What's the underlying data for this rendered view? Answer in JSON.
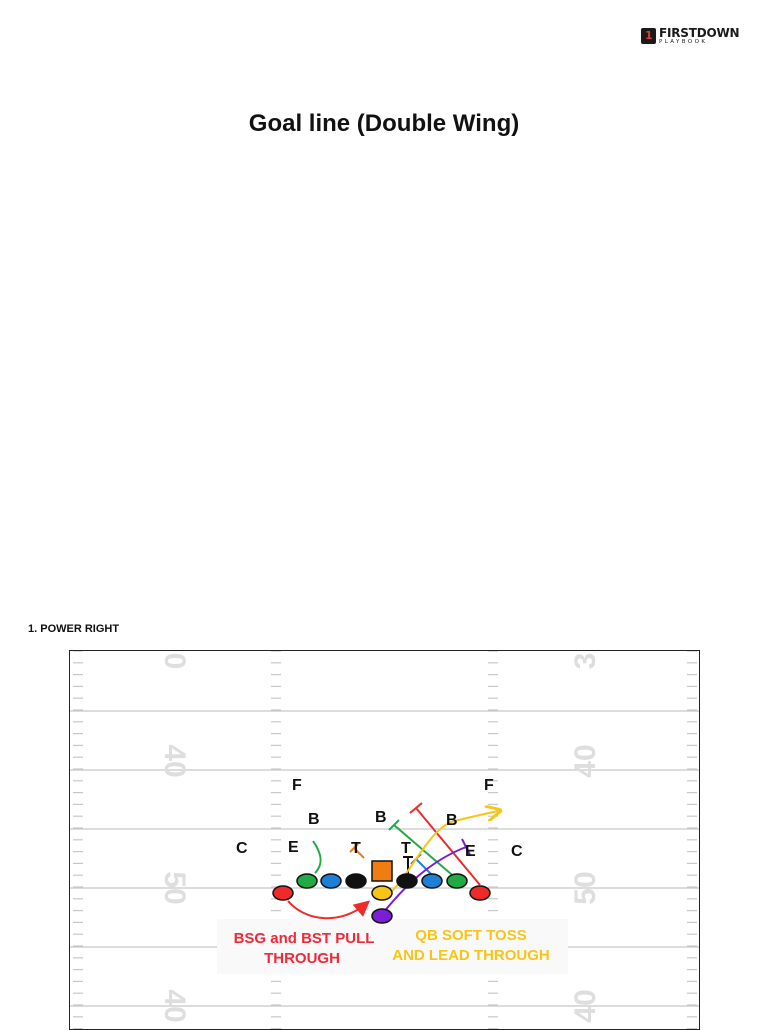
{
  "brand": {
    "name": "FIRSTDOWN",
    "sub": "PLAYBOOK",
    "mark": "1"
  },
  "title": "Goal line (Double Wing)",
  "play": {
    "name": "1. POWER RIGHT"
  },
  "field": {
    "yard_numbers": [
      "0",
      "40",
      "50",
      "40",
      "3",
      "40",
      "50",
      "40"
    ]
  },
  "labels": {
    "f_left": "F",
    "f_right": "F",
    "b_left": "B",
    "b_mid": "B",
    "b_right": "B",
    "c_left": "C",
    "c_right": "C",
    "e_left": "E",
    "e_right": "E",
    "t_left": "T",
    "t_right": "T"
  },
  "notes": {
    "pull_line1": "BSG and BST PULL",
    "pull_line2": "THROUGH",
    "toss_line1": "QB SOFT TOSS",
    "toss_line2": "AND LEAD THROUGH"
  },
  "colors": {
    "red": "#ee2a2a",
    "green": "#22aa44",
    "blue": "#1e7fd6",
    "black": "#111111",
    "orange": "#f07d12",
    "yellow": "#f7c518",
    "purple": "#7a1fd6",
    "note_red": "#ee2a3a",
    "note_yellow": "#f7c518"
  }
}
